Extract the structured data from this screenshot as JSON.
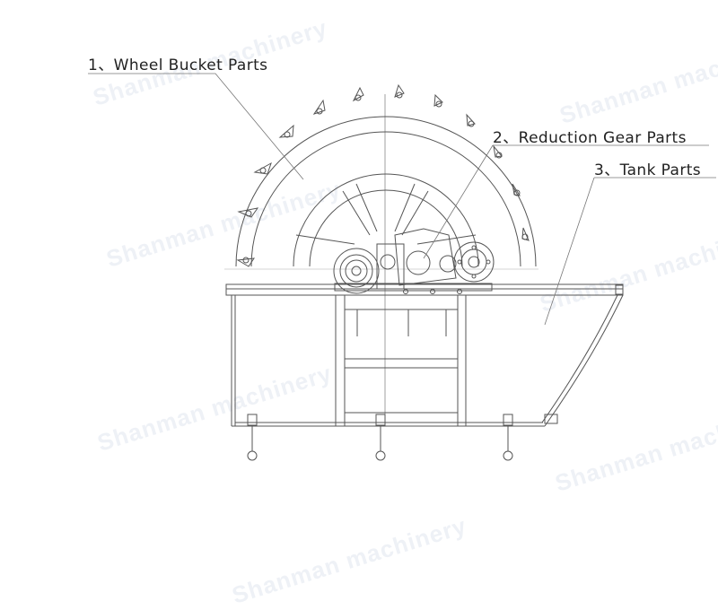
{
  "watermark": {
    "text": "Shanman machinery"
  },
  "callouts": [
    {
      "text": "1、Wheel Bucket Parts"
    },
    {
      "text": "2、Reduction Gear Parts"
    },
    {
      "text": "3、Tank Parts"
    }
  ]
}
